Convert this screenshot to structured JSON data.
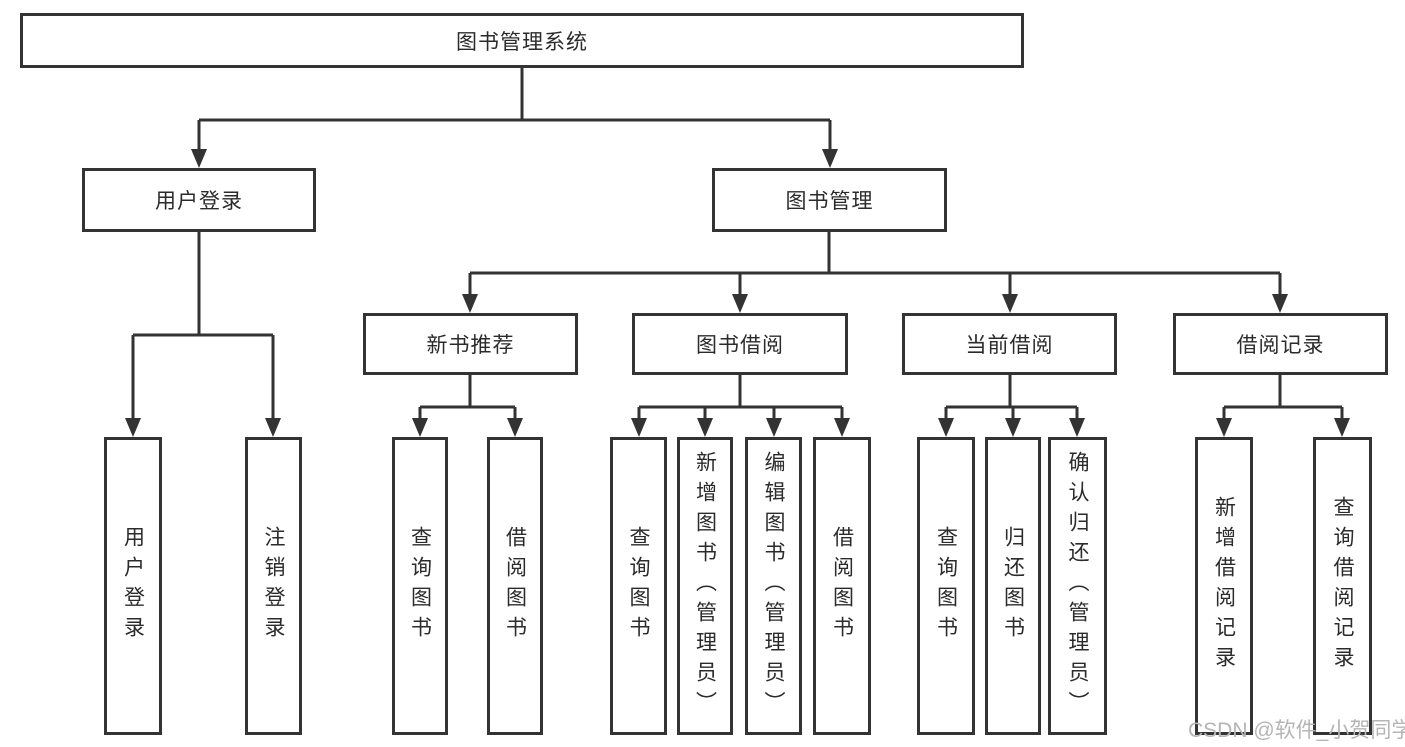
{
  "title": "图书管理系统",
  "branches": [
    {
      "label": "用户登录",
      "leaves": [
        {
          "label": "用户登录"
        },
        {
          "label": "注销登录"
        }
      ]
    },
    {
      "label": "图书管理",
      "groups": [
        {
          "label": "新书推荐",
          "leaves": [
            {
              "label": "查询图书"
            },
            {
              "label": "借阅图书"
            }
          ]
        },
        {
          "label": "图书借阅",
          "leaves": [
            {
              "label": "查询图书"
            },
            {
              "label": "新增图书（管理员）"
            },
            {
              "label": "编辑图书（管理员）"
            },
            {
              "label": "借阅图书"
            }
          ]
        },
        {
          "label": "当前借阅",
          "leaves": [
            {
              "label": "查询图书"
            },
            {
              "label": "归还图书"
            },
            {
              "label": "确认归还（管理员）"
            }
          ]
        },
        {
          "label": "借阅记录",
          "leaves": [
            {
              "label": "新增借阅记录"
            },
            {
              "label": "查询借阅记录"
            }
          ]
        }
      ]
    }
  ],
  "watermark": "CSDN @软件_小贺同学",
  "colors": {
    "line": "#333333",
    "text": "#2b2b2b",
    "watermark": "#b5b5b5",
    "background": "#ffffff"
  }
}
